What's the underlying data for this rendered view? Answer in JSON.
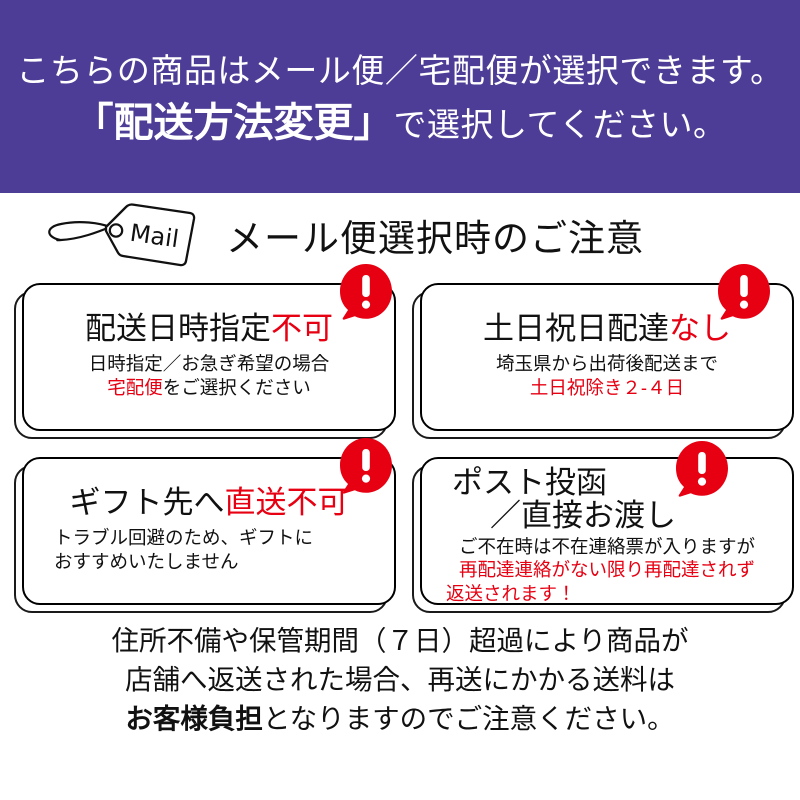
{
  "header": {
    "background_color": "#4e3d96",
    "line1": "こちらの商品はメール便／宅配便が選択できます。",
    "line2_open": "「",
    "line2_strong": "配送方法変更",
    "line2_close": "」",
    "line2_tail": "で選択してください。"
  },
  "section": {
    "tag_label": "Mail",
    "title": "メール便選択時のご注意"
  },
  "colors": {
    "accent_red": "#e60012",
    "text_black": "#111111",
    "brand_purple": "#4e3d96"
  },
  "cards": [
    {
      "id": "delivery-datetime",
      "head_black": "配送日時指定",
      "head_red": "不可",
      "sub_line1_black": "日時指定／お急ぎ希望の場合",
      "sub_line2_red": "宅配便",
      "sub_line2_black": "をご選択ください",
      "badge": "!"
    },
    {
      "id": "weekend-holiday",
      "head_black": "土日祝日配達",
      "head_red": "なし",
      "sub_line1_black": "埼玉県から出荷後配送まで",
      "sub_line2_red": "土日祝除き２-４日",
      "badge": "!"
    },
    {
      "id": "gift-direct-ship",
      "head_black": "ギフト先へ",
      "head_red": "直送不可",
      "sub_line1_black": "トラブル回避のため、ギフトに",
      "sub_line2_black": "おすすめいたしません",
      "badge": "!"
    },
    {
      "id": "post-delivery",
      "head_line1": "ポスト投函",
      "head_line2": "／直接お渡し",
      "sub_line1_black": "ご不在時は不在連絡票が入りますが",
      "sub_line2_red": "再配達連絡がない限り再配達されず",
      "sub_line3_red": "返送されます！",
      "badge": "!"
    }
  ],
  "footer": {
    "line1": "住所不備や保管期間（７日）超過により商品が",
    "line2": "店舗へ返送された場合、再送にかかる送料は",
    "line3_bold": "お客様負担",
    "line3_rest": "となりますのでご注意ください。"
  }
}
